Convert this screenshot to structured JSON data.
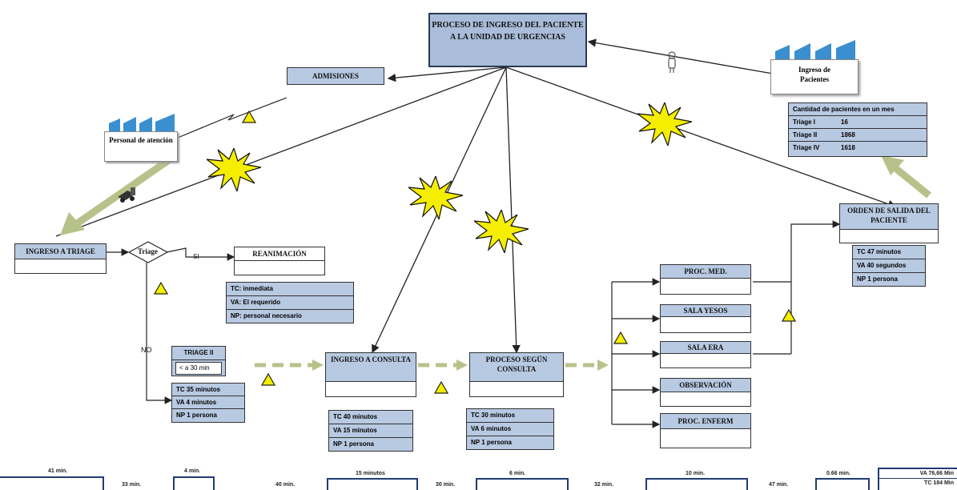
{
  "main_title": "PROCESO DE INGRESO DEL PACIENTE A LA UNIDAD DE URGENCIAS",
  "admisiones": "ADMISIONES",
  "personal": "Personal de atención",
  "ingreso_pacientes": "Ingreso de Pacientes",
  "cantidad": {
    "header": "Cantidad de pacientes en un mes",
    "rows": [
      {
        "label": "Triage I",
        "value": "16"
      },
      {
        "label": "Triage II",
        "value": "1868"
      },
      {
        "label": "Triage IV",
        "value": "1618"
      }
    ]
  },
  "ingreso_triage": "INGRESO A TRIAGE",
  "triage_decision": "Triage",
  "si": "SI",
  "no": "NO",
  "reanimacion": {
    "title": "REANIMACIÓN",
    "rows": [
      "TC:    inmediata",
      "VA: El requerido",
      "NP: personal necesario"
    ]
  },
  "triage2": {
    "title": "TRIAGE II",
    "sub": "< a 30 min",
    "rows": [
      "TC    35 minutos",
      "VA    4 minutos",
      "NP    1 persona"
    ]
  },
  "ingreso_consulta": {
    "title": "INGRESO A CONSULTA",
    "rows": [
      "TC    40 minutos",
      "VA    15  minutos",
      "NP    1 persona"
    ]
  },
  "proceso_consulta": {
    "title": "PROCESO SEGÚN CONSULTA",
    "rows": [
      "TC    30 minutos",
      "VA    6 minutos",
      "NP    1 persona"
    ]
  },
  "orden_salida": {
    "title": "ORDEN DE SALIDA DEL PACIENTE",
    "rows": [
      "TC    47  minutos",
      "VA    40 segundos",
      "NP    1 persona"
    ]
  },
  "side_processes": [
    "PROC. MED.",
    "SALA YESOS",
    "SALA ERA",
    "OBSERVACIÓN",
    "PROC. ENFERM"
  ],
  "timeline": {
    "top": [
      "41 min.",
      "4 min.",
      "15 minutos",
      "6 min.",
      "10 min.",
      "0.66 min."
    ],
    "bottom": [
      "33 min.",
      "40 min.",
      "30 min.",
      "32 min.",
      "47 min."
    ],
    "summary": [
      "VA 76,66 Min",
      "TC 184 Min"
    ]
  },
  "colors": {
    "box_fill": "#b8c9e2",
    "title_fill": "#a9bcd9",
    "burst": "#f5ee00",
    "arrow_green": "#b7c28a",
    "timeline_blue": "#1f3c74"
  }
}
